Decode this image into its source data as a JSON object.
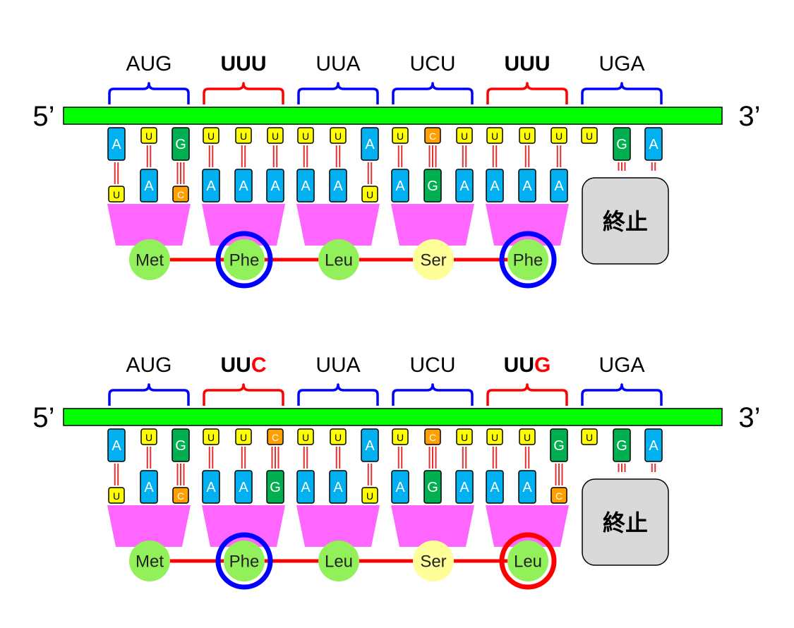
{
  "colors": {
    "strand": "#00ff00",
    "A": "#00b0f0",
    "U": "#ffff00",
    "G": "#00b050",
    "C": "#ffa000",
    "bond": "#e03030",
    "trna_body": "#ff66ff",
    "amino_acid": "#92f05a",
    "ser": "#ffff99",
    "peptide_link": "#ff0000",
    "brace_normal": "#0000ff",
    "brace_mutant": "#ff0000",
    "stop_box": "#d9d9d9"
  },
  "panels": [
    {
      "end5": "5’",
      "end3": "3’",
      "codons": [
        {
          "label": [
            {
              "text": "AUG",
              "emphasis": "normal"
            }
          ],
          "brace": "normal",
          "mrna": [
            "A",
            "U",
            "G"
          ],
          "anticodon": [
            "U",
            "A",
            "C"
          ],
          "amino": "Met"
        },
        {
          "label": [
            {
              "text": "UUU",
              "emphasis": "bold"
            }
          ],
          "brace": "mutant",
          "mrna": [
            "U",
            "U",
            "U"
          ],
          "anticodon": [
            "A",
            "A",
            "A"
          ],
          "amino": "Phe",
          "ring": "normal"
        },
        {
          "label": [
            {
              "text": "UUA",
              "emphasis": "normal"
            }
          ],
          "brace": "normal",
          "mrna": [
            "U",
            "U",
            "A"
          ],
          "anticodon": [
            "A",
            "A",
            "U"
          ],
          "amino": "Leu"
        },
        {
          "label": [
            {
              "text": "UCU",
              "emphasis": "normal"
            }
          ],
          "brace": "normal",
          "mrna": [
            "U",
            "C",
            "U"
          ],
          "anticodon": [
            "A",
            "G",
            "A"
          ],
          "amino": "Ser"
        },
        {
          "label": [
            {
              "text": "UUU",
              "emphasis": "bold"
            }
          ],
          "brace": "mutant",
          "mrna": [
            "U",
            "U",
            "U"
          ],
          "anticodon": [
            "A",
            "A",
            "A"
          ],
          "amino": "Phe",
          "ring": "normal"
        },
        {
          "label": [
            {
              "text": "UGA",
              "emphasis": "normal"
            }
          ],
          "brace": "normal",
          "mrna": [
            "U",
            "G",
            "A"
          ],
          "stop": "終止"
        }
      ]
    },
    {
      "end5": "5’",
      "end3": "3’",
      "codons": [
        {
          "label": [
            {
              "text": "AUG",
              "emphasis": "normal"
            }
          ],
          "brace": "normal",
          "mrna": [
            "A",
            "U",
            "G"
          ],
          "anticodon": [
            "U",
            "A",
            "C"
          ],
          "amino": "Met"
        },
        {
          "label": [
            {
              "text": "UU",
              "emphasis": "bold"
            },
            {
              "text": "C",
              "emphasis": "mutation"
            }
          ],
          "brace": "mutant",
          "mrna": [
            "U",
            "U",
            "C"
          ],
          "anticodon": [
            "A",
            "A",
            "G"
          ],
          "amino": "Phe",
          "ring": "normal"
        },
        {
          "label": [
            {
              "text": "UUA",
              "emphasis": "normal"
            }
          ],
          "brace": "normal",
          "mrna": [
            "U",
            "U",
            "A"
          ],
          "anticodon": [
            "A",
            "A",
            "U"
          ],
          "amino": "Leu"
        },
        {
          "label": [
            {
              "text": "UCU",
              "emphasis": "normal"
            }
          ],
          "brace": "normal",
          "mrna": [
            "U",
            "C",
            "U"
          ],
          "anticodon": [
            "A",
            "G",
            "A"
          ],
          "amino": "Ser"
        },
        {
          "label": [
            {
              "text": "UU",
              "emphasis": "bold"
            },
            {
              "text": "G",
              "emphasis": "mutation"
            }
          ],
          "brace": "mutant",
          "mrna": [
            "U",
            "U",
            "G"
          ],
          "anticodon": [
            "A",
            "A",
            "C"
          ],
          "amino": "Leu",
          "ring": "mutant"
        },
        {
          "label": [
            {
              "text": "UGA",
              "emphasis": "normal"
            }
          ],
          "brace": "normal",
          "mrna": [
            "U",
            "G",
            "A"
          ],
          "stop": "終止"
        }
      ]
    }
  ]
}
